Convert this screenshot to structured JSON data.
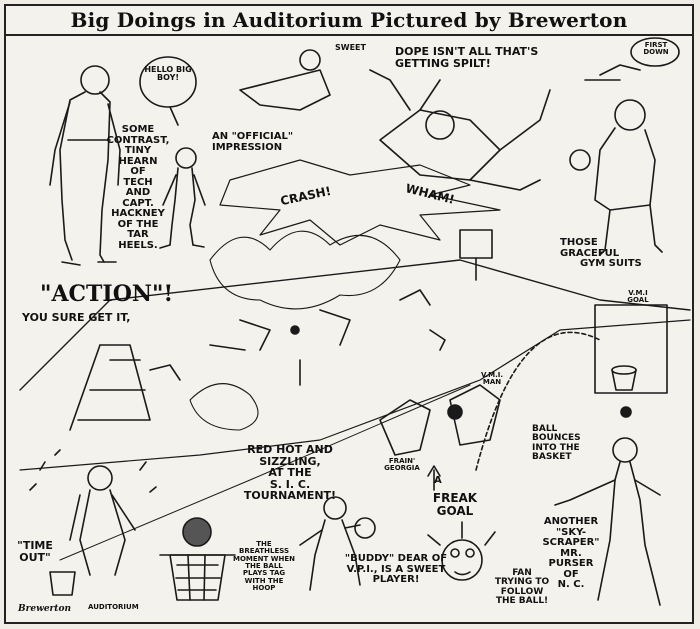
{
  "title": "Big Doings in Auditorium Pictured by Brewerton",
  "captions": {
    "hello": "HELLO BIG BOY!",
    "contrast_1": "SOME",
    "contrast_2": "CONTRAST,",
    "contrast_3": "TINY",
    "contrast_4": "HEARN",
    "contrast_5": "OF",
    "contrast_6": "TECH",
    "contrast_7": "AND",
    "contrast_8": "CAPT.",
    "contrast_9": "HACKNEY",
    "contrast_10": "OF THE",
    "contrast_11": "TAR HEELS.",
    "sweet": "SWEET",
    "dope": "DOPE ISN'T ALL THAT'S GETTING SPILT!",
    "first_down": "FIRST DOWN",
    "official": "AN \"OFFICIAL\" IMPRESSION",
    "crash": "CRASH!",
    "wham": "WHAM!",
    "gym_1": "THOSE",
    "gym_2": "GRACEFUL",
    "gym_3": "GYM SUITS",
    "action_1": "\"ACTION\"!",
    "action_2": "YOU SURE GET IT,",
    "vmi_goal": "V.M.I GOAL",
    "vmi_man": "V.M.I. MAN",
    "ball_bounces": "BALL BOUNCES INTO THE BASKET",
    "frain": "FRAIN' GEORGIA",
    "red_hot_1": "RED HOT AND",
    "red_hot_2": "SIZZLING,",
    "red_hot_3": "AT THE",
    "red_hot_4": "S. I. C.",
    "red_hot_5": "TOURNAMENT!",
    "freak_1": "A",
    "freak_2": "FREAK",
    "freak_3": "GOAL",
    "sky_1": "ANOTHER",
    "sky_2": "\"SKY-SCRAPER\"",
    "sky_3": "MR.",
    "sky_4": "PURSER",
    "sky_5": "OF",
    "sky_6": "N. C.",
    "time_out": "\"TIME OUT\"",
    "breathless": "THE BREATHLESS MOMENT WHEN THE BALL PLAYS TAG WITH THE HOOP",
    "buddy": "\"BUDDY\" DEAR OF V.P.I., IS A SWEET PLAYER!",
    "fan": "FAN TRYING TO FOLLOW THE BALL!",
    "signature": "Brewerton",
    "auditorium": "AUDITORIUM"
  }
}
